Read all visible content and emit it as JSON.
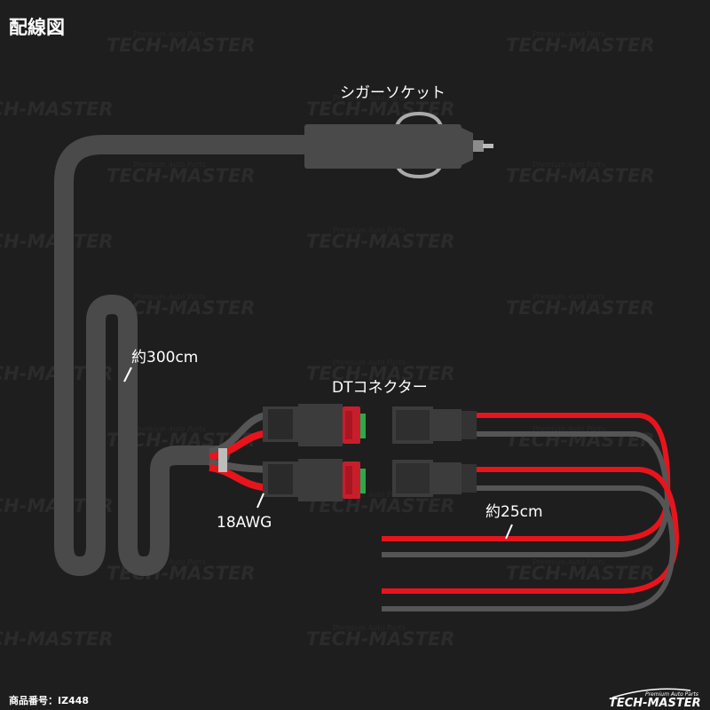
{
  "title": "配線図",
  "labels": {
    "cigar_socket": "シガーソケット",
    "cable_length": "約300cm",
    "dt_connector": "DTコネクター",
    "wire_gauge": "18AWG",
    "lead_length": "約25cm"
  },
  "product_code": "商品番号：IZ448",
  "watermark": {
    "brand": "TECH-MASTER",
    "tagline": "Premium Auto Parts"
  },
  "logo": {
    "brand": "TECH-MASTER",
    "tagline": "Premium Auto Parts"
  },
  "colors": {
    "background": "#1e1e1f",
    "cable": "#4a4a4a",
    "red_wire": "#e8141c",
    "grey_wire": "#555555",
    "connector_seal": "#c81e2c",
    "connector_green": "#2ea84a"
  }
}
